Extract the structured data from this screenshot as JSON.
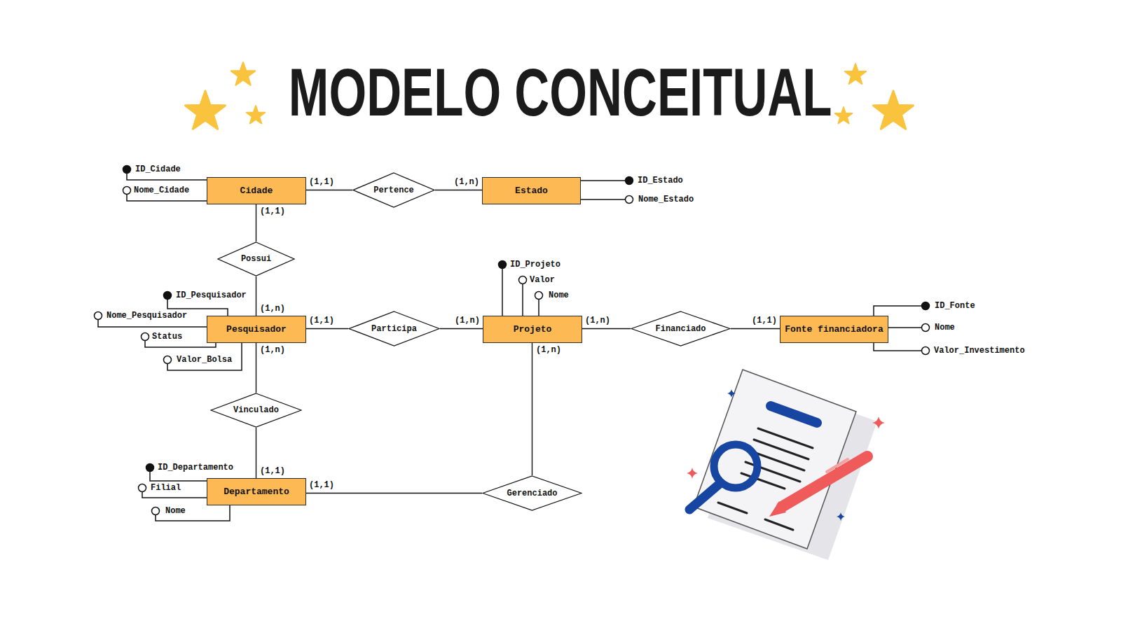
{
  "diagram": {
    "title": "MODELO CONCEITUAL",
    "nodes": [
      {
        "text": [
          "Cidade"
        ]
      },
      {
        "text": [
          "Pertence"
        ]
      },
      {
        "text": [
          "Estado"
        ]
      },
      {
        "text": [
          "Possui"
        ]
      },
      {
        "text": [
          "Pesquisador"
        ]
      },
      {
        "text": [
          "Participa"
        ]
      },
      {
        "text": [
          "Projeto"
        ]
      },
      {
        "text": [
          "Financiado"
        ]
      },
      {
        "text": [
          "Fonte financiadora"
        ]
      },
      {
        "text": [
          "Vinculado"
        ]
      },
      {
        "text": [
          "Departamento"
        ]
      },
      {
        "text": [
          "Gerenciado"
        ]
      }
    ],
    "edges": [
      {
        "from": 0,
        "to": 1,
        "arrow": "none",
        "label": "(1,1)"
      },
      {
        "from": 1,
        "to": 2,
        "arrow": "none",
        "label": "(1,n)"
      },
      {
        "from": 0,
        "to": 3,
        "arrow": "none",
        "label": "(1,1)"
      },
      {
        "from": 3,
        "to": 4,
        "arrow": "none",
        "label": "(1,n)"
      },
      {
        "from": 4,
        "to": 5,
        "arrow": "none",
        "label": "(1,1)"
      },
      {
        "from": 5,
        "to": 6,
        "arrow": "none",
        "label": "(1,n)"
      },
      {
        "from": 6,
        "to": 7,
        "arrow": "none",
        "label": "(1,n)"
      },
      {
        "from": 7,
        "to": 8,
        "arrow": "none",
        "label": "(1,1)"
      },
      {
        "from": 4,
        "to": 9,
        "arrow": "none",
        "label": "(1,n)"
      },
      {
        "from": 9,
        "to": 10,
        "arrow": "none",
        "label": "(1,1)"
      },
      {
        "from": 10,
        "to": 11,
        "arrow": "none",
        "label": "(1,1)"
      },
      {
        "from": 11,
        "to": 6,
        "arrow": "none",
        "label": "(1,n)"
      }
    ],
    "labels": [
      "ID_Cidade",
      "Nome_Cidade",
      "ID_Estado",
      "Nome_Estado",
      "ID_Projeto",
      "Valor",
      "Nome",
      "ID_Pesquisador",
      "Nome_Pesquisador",
      "Status",
      "Valor_Bolsa",
      "ID_Fonte",
      "Nome",
      "Valor_Investimento",
      "ID_Departamento",
      "Filial",
      "Nome"
    ]
  }
}
